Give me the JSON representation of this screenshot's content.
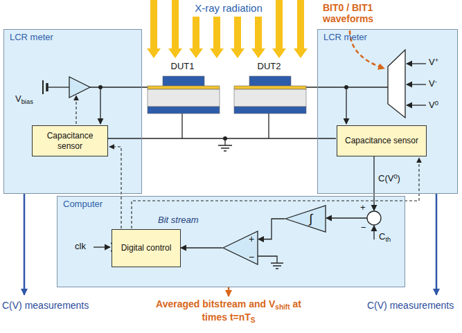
{
  "diagram": {
    "nodes": [
      {
        "text": [
          "LCR meter"
        ]
      },
      {
        "text": [
          "Capacitance sensor"
        ],
        "in": 0
      },
      {
        "text": [
          "DUT1"
        ]
      },
      {
        "text": [
          "DUT2"
        ]
      },
      {
        "text": [
          "LCR meter"
        ]
      },
      {
        "text": [
          "Capacitance sensor"
        ],
        "in": 4
      },
      {
        "text": [
          "Computer"
        ]
      },
      {
        "text": [
          "Digital control"
        ],
        "in": 6
      },
      {
        "text": [
          "+",
          "−"
        ],
        "in": 6
      },
      {
        "text": [
          "∫"
        ],
        "in": 6
      }
    ],
    "edges": [
      {
        "from": 9,
        "to": 8,
        "arrow": "to"
      },
      {
        "from": 8,
        "to": 7,
        "arrow": "to",
        "label": "Bit stream"
      }
    ],
    "labels": [
      "X-ray radiation",
      "BIT0 / BIT1 waveforms",
      "Vbias",
      "V+",
      "V-",
      "V0",
      "C(V0)",
      "+",
      "−",
      "Cth",
      "clk",
      "C(V) measurements",
      "Averaged bitstream and Vshift at times t=nTS",
      "C(V) measurements"
    ]
  }
}
